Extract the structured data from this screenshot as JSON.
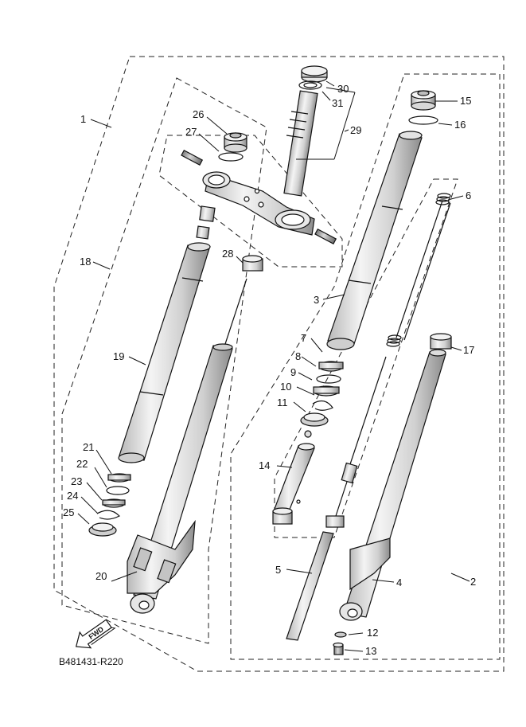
{
  "callouts": {
    "c1": "1",
    "c2": "2",
    "c3": "3",
    "c4": "4",
    "c5": "5",
    "c6": "6",
    "c7": "7",
    "c8": "8",
    "c9": "9",
    "c10": "10",
    "c11": "11",
    "c12": "12",
    "c13": "13",
    "c14": "14",
    "c15": "15",
    "c16": "16",
    "c17": "17",
    "c18": "18",
    "c19": "19",
    "c20": "20",
    "c21": "21",
    "c22": "22",
    "c23": "23",
    "c24": "24",
    "c25": "25",
    "c26": "26",
    "c27": "27",
    "c28": "28",
    "c29": "29",
    "c30": "30",
    "c31": "31"
  },
  "fwd_label": "FWD",
  "diagram_code": "B481431-R220"
}
